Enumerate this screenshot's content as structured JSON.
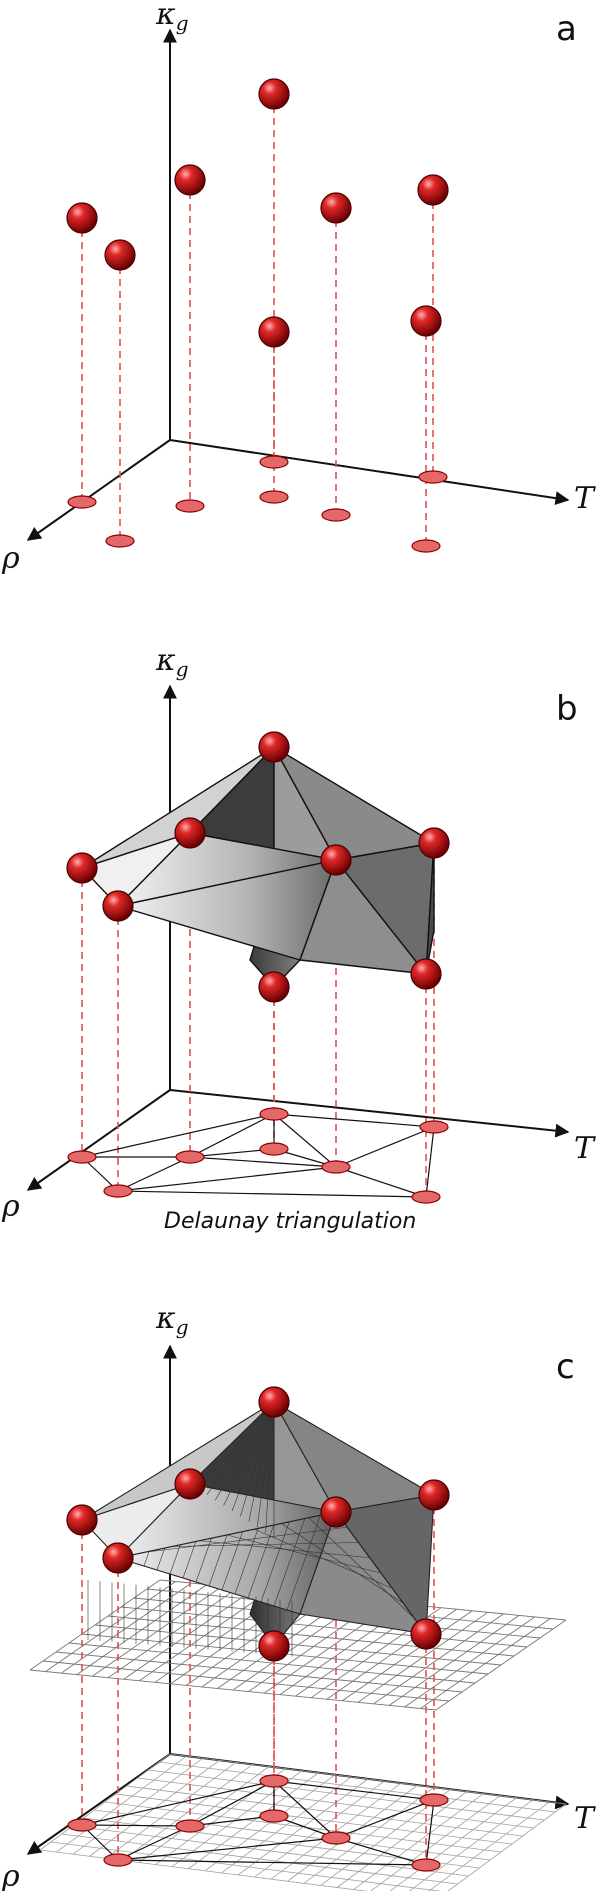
{
  "axes": {
    "vertical": "κ",
    "vertical_subscript": "g",
    "horizontal": "T",
    "depth": "ρ"
  },
  "panels": [
    {
      "letter": "a",
      "caption": ""
    },
    {
      "letter": "b",
      "caption": "Delaunay triangulation"
    },
    {
      "letter": "c",
      "caption": ""
    }
  ],
  "colors": {
    "marker": "#d01818",
    "dashed_line": "#e05050",
    "surface_light": "#e8e8e8",
    "surface_dark": "#555555",
    "grid": "#999999"
  }
}
